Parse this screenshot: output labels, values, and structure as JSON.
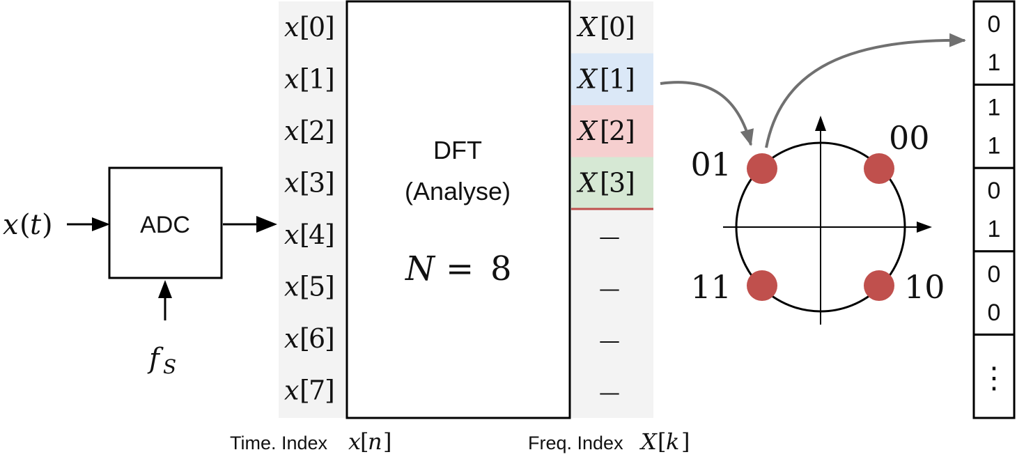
{
  "input": {
    "signal_var": "x",
    "signal_arg": "t",
    "sample_rate_base": "f",
    "sample_rate_sub": "S"
  },
  "adc": {
    "label": "ADC"
  },
  "time_samples": {
    "var": "x",
    "items": [
      "0",
      "1",
      "2",
      "3",
      "4",
      "5",
      "6",
      "7"
    ],
    "caption_text": "Time. Index",
    "caption_var": "x",
    "caption_idx": "n"
  },
  "dft": {
    "title": "DFT",
    "subtitle": "(Analyse)",
    "size_var": "N",
    "size_eq": "=",
    "size_value": "8"
  },
  "freq_bins": {
    "var": "X",
    "items": [
      {
        "idx": "0",
        "color": "#f3f3f3"
      },
      {
        "idx": "1",
        "color": "#dbe8f7"
      },
      {
        "idx": "2",
        "color": "#f6cfcf"
      },
      {
        "idx": "3",
        "color": "#d6e8d4"
      }
    ],
    "unused": [
      "—",
      "—",
      "—",
      "—"
    ],
    "divider_color": "#c0504d",
    "caption_text": "Freq. Index",
    "caption_var": "X",
    "caption_idx": "k"
  },
  "constellation": {
    "point_color": "#c0504d",
    "points": [
      {
        "label": "00",
        "quadrant": "top-right"
      },
      {
        "label": "01",
        "quadrant": "top-left"
      },
      {
        "label": "11",
        "quadrant": "bottom-left"
      },
      {
        "label": "10",
        "quadrant": "bottom-right"
      }
    ]
  },
  "bitstream": {
    "groups": [
      [
        "0",
        "1"
      ],
      [
        "1",
        "1"
      ],
      [
        "0",
        "1"
      ],
      [
        "0",
        "0"
      ]
    ],
    "ellipsis": "⋮"
  },
  "colors": {
    "sample_column": "#f3f3f3",
    "arrow_gray": "#707070",
    "stroke": "#000000"
  }
}
